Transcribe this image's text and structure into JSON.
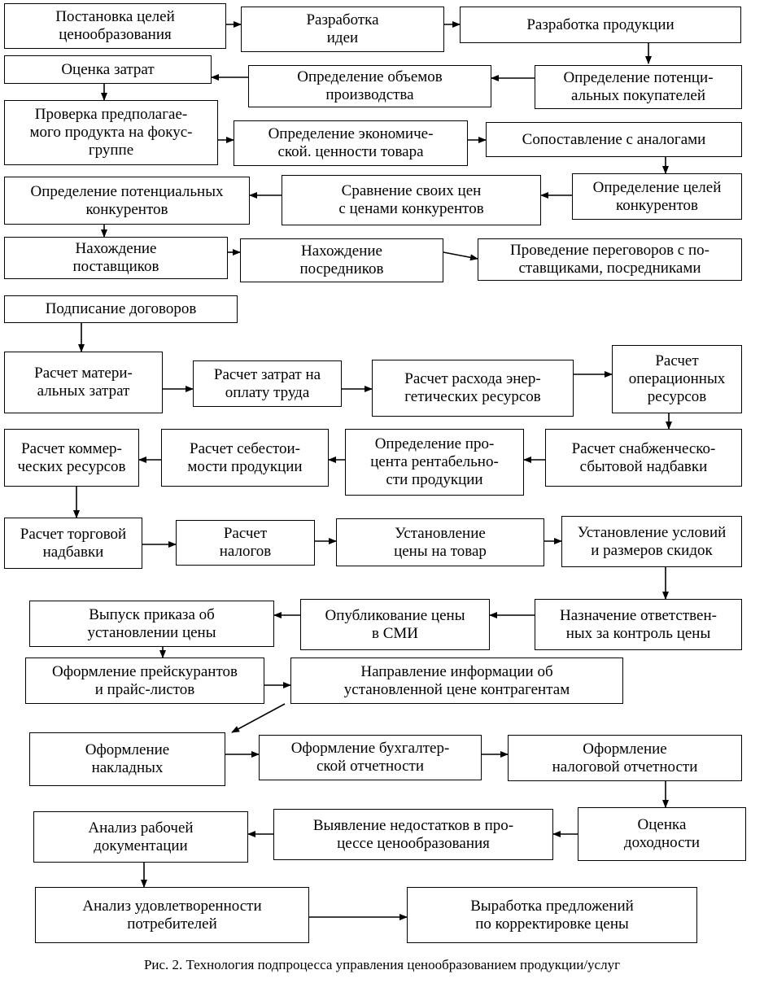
{
  "caption": "Рис. 2. Технология подпроцесса управления ценообразованием продукции/услуг",
  "steps": {
    "goals": "Постановка целей\nценообразования",
    "idea": "Разработка\nидеи",
    "product_dev": "Разработка продукции",
    "buyers": "Определение потенци-\nальных покупателей",
    "volume": "Определение объемов\nпроизводства",
    "costs": "Оценка затрат",
    "focus": "Проверка предполагае-\nмого продукта на фокус-\nгруппе",
    "econ_value": "Определение экономиче-\nской. ценности товара",
    "analogs": "Сопоставление с аналогами",
    "competitor_goals": "Определение целей\nконкурентов",
    "compare_prices": "Сравнение своих цен\nс ценами конкурентов",
    "potential_competitors": "Определение потенциальных\nконкурентов",
    "suppliers": "Нахождение\nпоставщиков",
    "intermediaries": "Нахождение\nпосредников",
    "negotiations": "Проведение переговоров с по-\nставщиками, посредниками",
    "contracts": "Подписание договоров",
    "material_costs": "Расчет матери-\nальных затрат",
    "labor_costs": "Расчет затрат на\nоплату труда",
    "energy": "Расчет расхода энер-\nгетических ресурсов",
    "operational": "Расчет\nоперационных\nресурсов",
    "supply_markup": "Расчет снабженческо-\nсбытовой надбавки",
    "profitability": "Определение про-\nцента рентабельно-\nсти продукции",
    "cost_price": "Расчет себестои-\nмости продукции",
    "commercial": "Расчет коммер-\nческих ресурсов",
    "trade_markup": "Расчет торговой\nнадбавки",
    "taxes": "Расчет\nналогов",
    "set_price": "Установление\nцены на товар",
    "discounts": "Установление условий\nи размеров скидок",
    "responsible": "Назначение ответствен-\nных за контроль цены",
    "publish": "Опубликование цены\nв СМИ",
    "order": "Выпуск приказа об\nустановлении цены",
    "price_lists": "Оформление прейскурантов\nи прайс-листов",
    "inform": "Направление информации об\nустановленной цене контрагентам",
    "invoices": "Оформление\nнакладных",
    "accounting": "Оформление бухгалтер-\nской отчетности",
    "tax_reports": "Оформление\nналоговой отчетности",
    "profitability_eval": "Оценка\nдоходности",
    "shortcomings": "Выявление недостатков в про-\nцессе ценообразования",
    "doc_analysis": "Анализ рабочей\nдокументации",
    "satisfaction": "Анализ удовлетворенности\nпотребителей",
    "proposals": "Выработка предложений\nпо корректировке цены"
  }
}
